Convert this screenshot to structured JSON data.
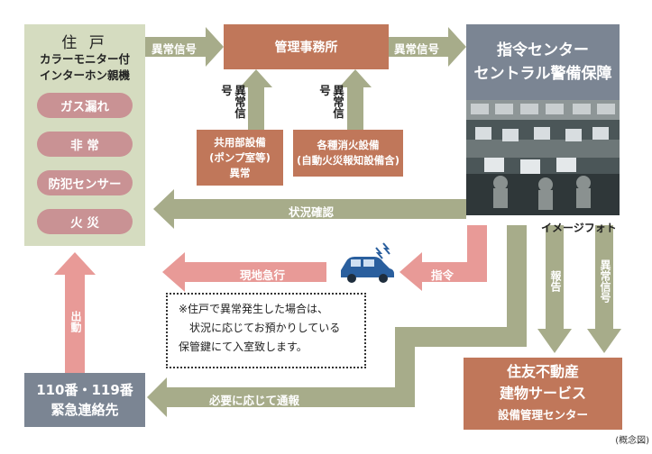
{
  "dwelling": {
    "title": "住 戸",
    "subtitle_line1": "カラーモニター付",
    "subtitle_line2": "インターホン親機",
    "alarms": [
      "ガス漏れ",
      "非 常",
      "防犯センサー",
      "火 災"
    ]
  },
  "management_office": "管理事務所",
  "command_center": {
    "line1": "指令センター",
    "line2": "セントラル警備保障",
    "photo_caption": "イメージフォト"
  },
  "common_equipment": {
    "line1": "共用部設備",
    "line2": "(ポンプ室等)",
    "line3": "異常"
  },
  "fire_equipment": {
    "line1": "各種消火設備",
    "line2": "(自動火災報知設備含)"
  },
  "signals": {
    "abnormal_signal_1": "異常信号",
    "abnormal_signal_2": "異常信号",
    "abnormal_signal_vertical_1": "異常信号",
    "abnormal_signal_vertical_2": "異常信号",
    "abnormal_signal_vertical_3": "異常信号",
    "status_check": "状況確認",
    "rush_to_site": "現地急行",
    "command": "指令",
    "dispatch": "出動",
    "report": "報告",
    "notify_as_needed": "必要に応じて通報"
  },
  "note": {
    "line1": "※住戸で異常発生した場合は、",
    "line2": "状況に応じてお預かりしている",
    "line3": "保管鍵にて入室致します。"
  },
  "emergency": {
    "line1": "110番・119番",
    "line2": "緊急連絡先"
  },
  "sumitomo": {
    "line1": "住友不動産",
    "line2": "建物サービス",
    "line3": "設備管理センター"
  },
  "diagram_caption": "(概念図)",
  "colors": {
    "olive": "#a7ac8a",
    "pink": "#e89a97",
    "brick": "#c0775a",
    "slate": "#7b8593",
    "sage": "#d5dcc0",
    "car": "#2a5f9e"
  }
}
